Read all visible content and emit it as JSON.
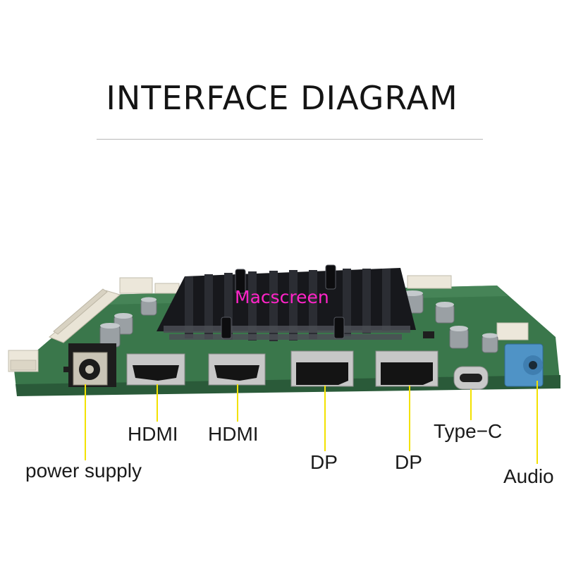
{
  "title": "INTERFACE DIAGRAM",
  "watermark": "Macscreen",
  "colors": {
    "pcb": "#3c7a4e",
    "pcb_edge": "#2b5d3a",
    "heatsink": "#1c1d22",
    "callout_line": "#f3e200",
    "audio_jack": "#4f93c6"
  },
  "labels": [
    {
      "id": "power-supply",
      "text": "power supply"
    },
    {
      "id": "hdmi-1",
      "text": "HDMI"
    },
    {
      "id": "hdmi-2",
      "text": "HDMI"
    },
    {
      "id": "dp-1",
      "text": "DP"
    },
    {
      "id": "dp-2",
      "text": "DP"
    },
    {
      "id": "type-c",
      "text": "Type−C"
    },
    {
      "id": "audio",
      "text": "Audio"
    }
  ]
}
